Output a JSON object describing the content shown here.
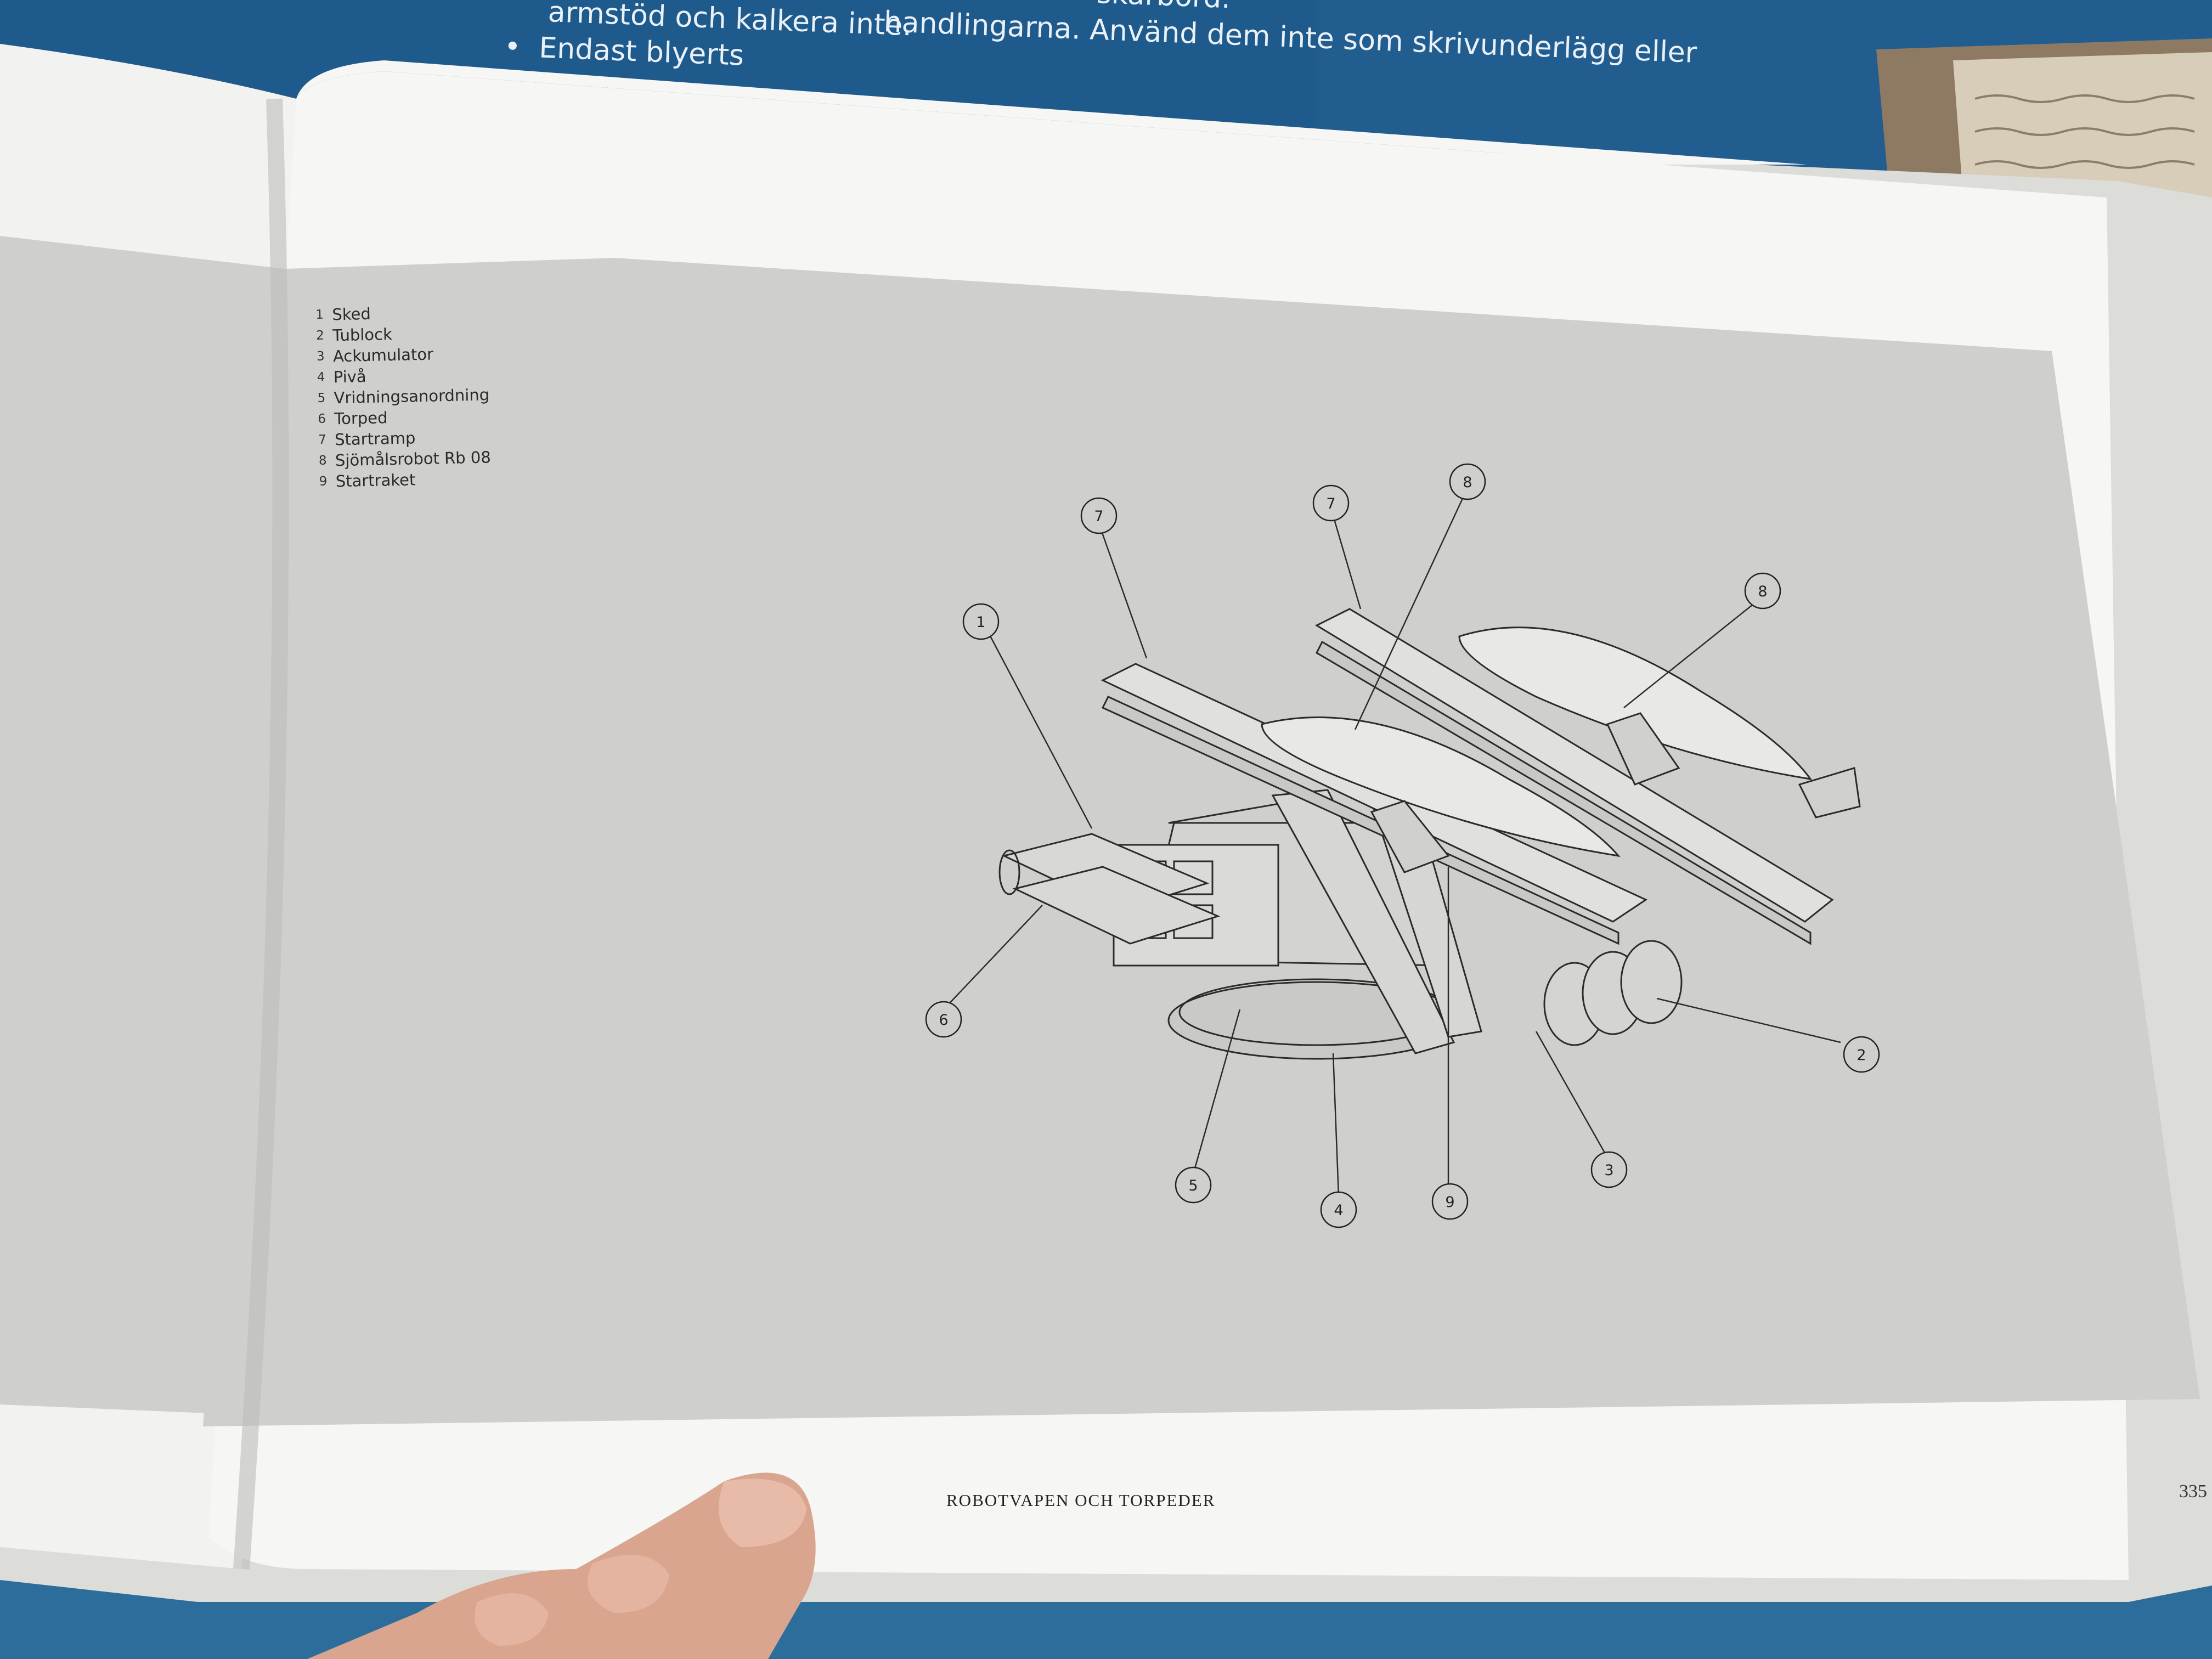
{
  "poster": {
    "lines": [
      "skarbord.",
      "handlingarna. Använd dem inte som skrivunderlägg eller",
      "armstöd och kalkera inte.",
      "Endast blyerts"
    ]
  },
  "legend": {
    "items": [
      {
        "number": "1",
        "label": "Sked"
      },
      {
        "number": "2",
        "label": "Tublock"
      },
      {
        "number": "3",
        "label": "Ackumulator"
      },
      {
        "number": "4",
        "label": "Pivå"
      },
      {
        "number": "5",
        "label": "Vridningsanordning"
      },
      {
        "number": "6",
        "label": "Torped"
      },
      {
        "number": "7",
        "label": "Startramp"
      },
      {
        "number": "8",
        "label": "Sjömålsrobot Rb 08"
      },
      {
        "number": "9",
        "label": "Startraket"
      }
    ]
  },
  "callouts": [
    "1",
    "2",
    "3",
    "4",
    "5",
    "6",
    "7",
    "7",
    "8",
    "8",
    "9"
  ],
  "footer": {
    "running_title": "ROBOTVAPEN OCH TORPEDER",
    "page_number": "335"
  },
  "colors": {
    "poster_blue": "#1f5a8c",
    "page_white": "#f4f4f2",
    "plate_gray": "#cfcfcd",
    "line_art": "#2b2b2b"
  }
}
